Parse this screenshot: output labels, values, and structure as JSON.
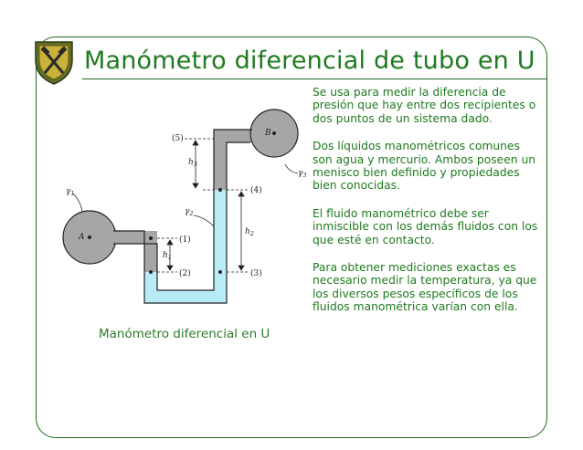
{
  "slide": {
    "title": "Manómetro diferencial de tubo en U",
    "logo_icon": "crossed-hammers-shield-icon",
    "accent_color": "#1f7a1f",
    "fluid_color": "#b8ecf6",
    "pipe_color": "#a6a6a6"
  },
  "diagram": {
    "caption": "Manómetro diferencial en U",
    "labels": {
      "l5": "(5)",
      "l4": "(4)",
      "l1": "(1)",
      "l2": "(2)",
      "l3": "(3)",
      "h3": "h",
      "h3_sub": "3",
      "h2": "h",
      "h2_sub": "2",
      "h1": "h",
      "h1_sub": "1",
      "gamma1": "γ",
      "gamma1_sub": "1",
      "gamma2": "γ",
      "gamma2_sub": "2",
      "gamma3": "γ",
      "gamma3_sub": "3",
      "pointA": "A",
      "pointB": "B"
    }
  },
  "paragraphs": [
    "Se usa para medir la diferencia de presión que hay entre dos recipientes o dos puntos de un sistema dado.",
    "Dos líquidos manométricos comunes son agua y mercurio. Ambos poseen un menisco bien definido y propiedades bien conocidas.",
    "El fluido manométrico debe ser inmiscible con los demás fluidos con los que esté en contacto.",
    "Para obtener mediciones exactas es necesario medir la temperatura, ya que los diversos pesos específicos de los fluidos manométrica varían con ella."
  ]
}
